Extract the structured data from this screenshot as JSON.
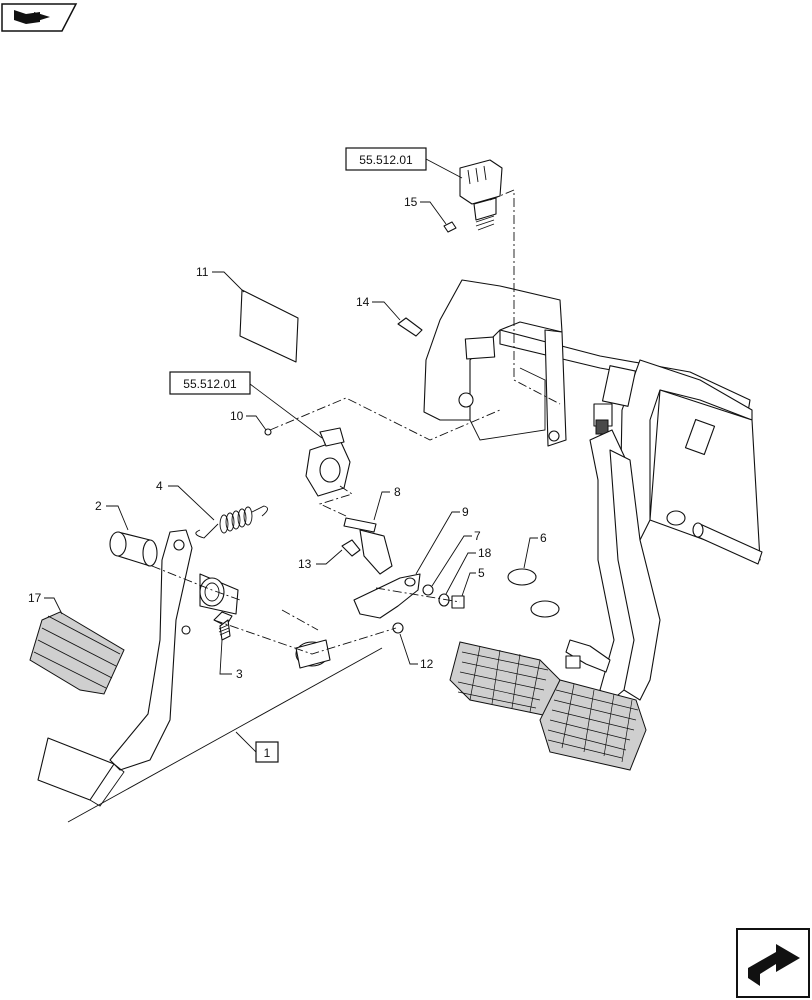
{
  "references": {
    "top": "55.512.01",
    "middle": "55.512.01",
    "assembly": "1"
  },
  "callouts": {
    "c2": "2",
    "c3": "3",
    "c4": "4",
    "c5": "5",
    "c6": "6",
    "c7": "7",
    "c8": "8",
    "c9": "9",
    "c10": "10",
    "c11": "11",
    "c12": "12",
    "c13": "13",
    "c14": "14",
    "c15": "15",
    "c17": "17",
    "c18": "18"
  },
  "icons": {
    "top_left": "book-arrow-icon",
    "bottom_right": "next-page-arrow-icon"
  }
}
